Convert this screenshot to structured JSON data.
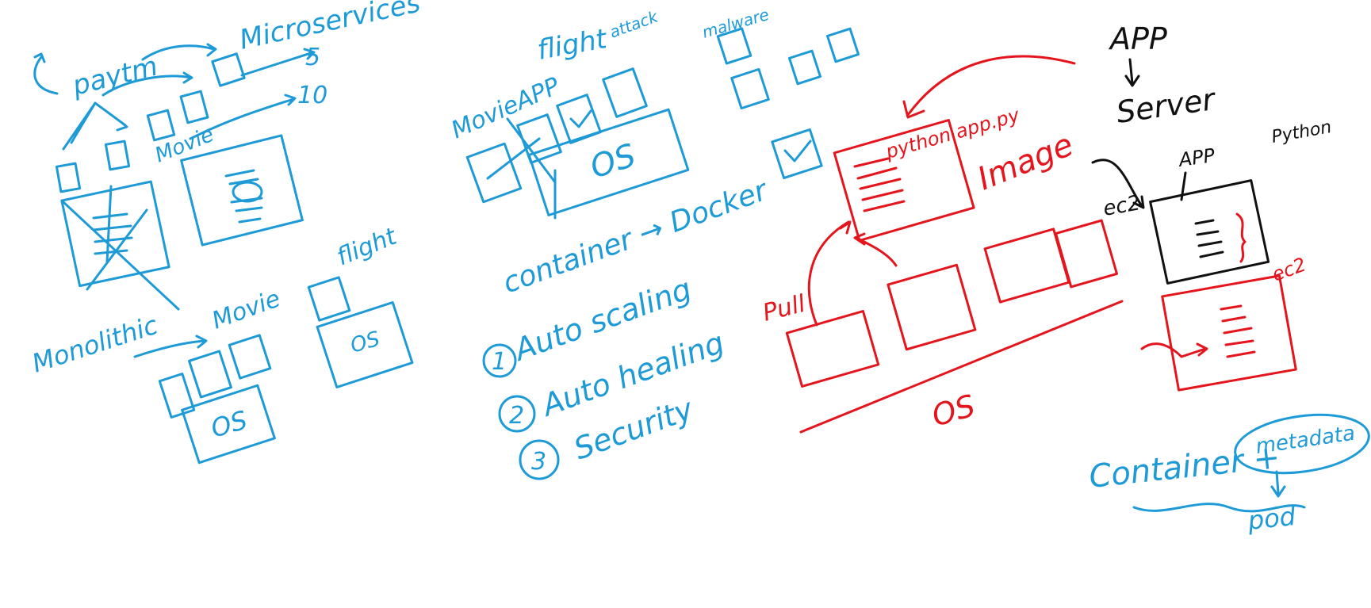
{
  "colors": {
    "blue_ink": "#1e9bd7",
    "red_ink": "#e4151d",
    "black_ink": "#111111",
    "canvas": "#ffffff"
  },
  "left": {
    "paytm": "paytm",
    "microservices": "Microservices",
    "count_5": "5",
    "count_10": "10",
    "movie_top": "Movie",
    "monolithic": "Monolithic",
    "movie_bottom": "Movie",
    "flight": "flight",
    "os_bottom": "OS",
    "os_flight": "OS"
  },
  "middle": {
    "flight": "flight",
    "attack": "attack",
    "malware": "malware",
    "movie_app": "MovieAPP",
    "os": "OS",
    "container_docker": "container → Docker",
    "features": [
      "Auto scaling",
      "Auto healing",
      "Security"
    ],
    "feature_numbers": [
      "1",
      "2",
      "3"
    ]
  },
  "red": {
    "python_file": "python app.py",
    "image": "Image",
    "pull": "Pull",
    "os": "OS",
    "ec2": "ec2"
  },
  "right": {
    "app": "APP",
    "server": "Server",
    "python": "Python",
    "app_small": "APP",
    "ec2": "ec2",
    "container_plus": "Container +",
    "metadata": "metadata",
    "pod": "pod"
  }
}
